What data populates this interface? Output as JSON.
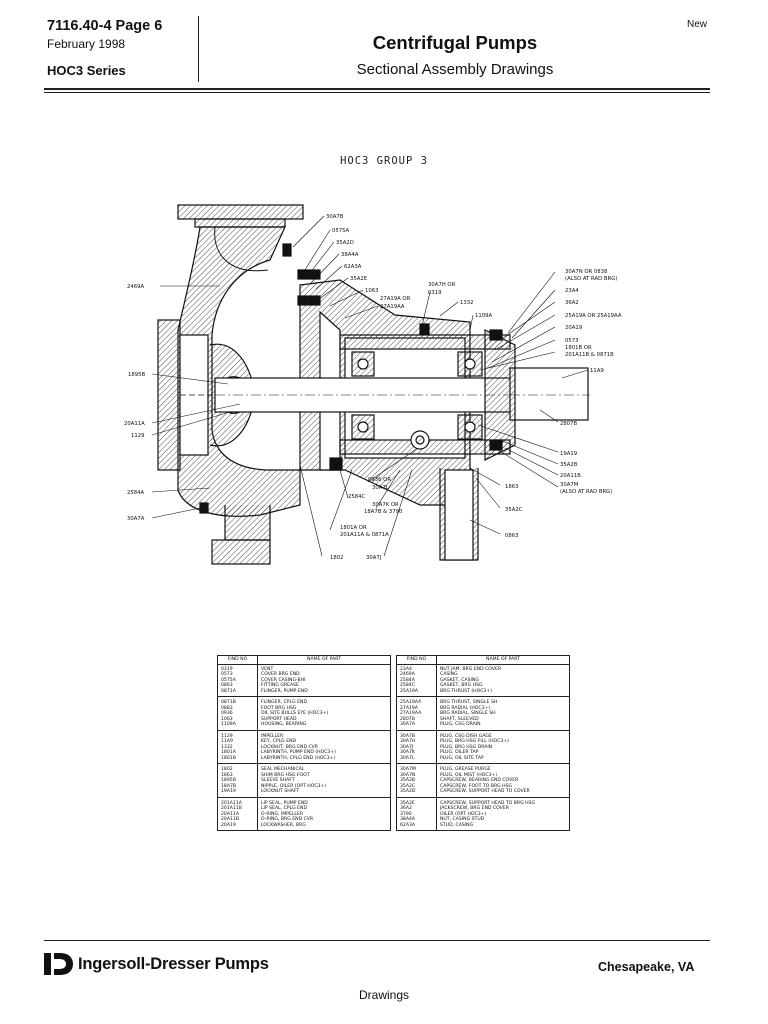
{
  "header": {
    "doc_number": "7116.40-4  Page 6",
    "date": "February 1998",
    "series": "HOC3 Series",
    "new_mark": "New",
    "title": "Centrifugal Pumps",
    "subtitle": "Sectional Assembly Drawings"
  },
  "drawing": {
    "title": "HOC3 GROUP 3",
    "callouts": {
      "c30A7B": "30A7B",
      "c0575A": "0575A",
      "c35A2D": "35A2D",
      "c38A4A": "38A4A",
      "c62A3A": "62A3A",
      "c35A2E": "35A2E",
      "c1063": "1063",
      "c27A19A_1": "27A19A OR",
      "c27A19A_2": "27A19AA",
      "c30A7H_1": "30A7H OR",
      "c30A7H_2": "0319",
      "c1332": "1332",
      "c1109A": "1109A",
      "c2469A": "2469A",
      "c1895B": "1895B",
      "c20A11A": "20A11A",
      "c1129": "1129",
      "c2584A": "2584A",
      "c30A7A": "30A7A",
      "c30A7N_1": "30A7N OR 0838",
      "c30A7N_2": "(ALSO AT RAD BRG)",
      "c23A4": "23A4",
      "c36A2": "36A2",
      "c25A19A": "25A19A OR 25A19AA",
      "c20A19": "20A19",
      "c0573": "0573",
      "c1801B_1": "1801B OR",
      "c1801B_2": "201A11B & 0871B",
      "c11A9": "11A9",
      "c2807B": "2807B",
      "c19A19": "19A19",
      "c35A2B": "35A2B",
      "c20A11B": "20A11B",
      "c30A7M_1": "30A7M",
      "c30A7M_2": "(ALSO AT RAD BRG)",
      "c0936_1": "0936 OR",
      "c0936_2": "30A7L",
      "c2584C": "2584C",
      "c30A7K_1": "30A7K OR",
      "c30A7K_2": "18A7B & 3790",
      "c1863": "1863",
      "c35A2C": "35A2C",
      "c0863": "0863",
      "c1801A_1": "1801A OR",
      "c1801A_2": "201A11A & 0871A",
      "c1802": "1802",
      "c30A7J": "30A7J"
    }
  },
  "parts_tables": {
    "col_find": "FIND NO",
    "col_name": "NAME OF PART",
    "left": [
      [
        [
          "0319",
          "VENT"
        ],
        [
          "0573",
          "COVER BRG END"
        ],
        [
          "0575A",
          "COVER CASING-BHI"
        ],
        [
          "0863",
          "FITTING GREASE"
        ],
        [
          "0871A",
          "FLINGER, PUMP END"
        ]
      ],
      [
        [
          "0871B",
          "FLINGER, CPLG END"
        ],
        [
          "0883",
          "FOOT BRG HSG"
        ],
        [
          "0936",
          "OIL SITE BULLS EYE (HOC3+)"
        ],
        [
          "1063",
          "SUPPORT HEAD"
        ],
        [
          "1109A",
          "HOUSING, BEARING"
        ]
      ],
      [
        [
          "1129",
          "IMPELLER"
        ],
        [
          "11A9",
          "KEY, CPLG END"
        ],
        [
          "1332",
          "LOCKNUT, BRG END CVR"
        ],
        [
          "1801A",
          "LABYRINTH, PUMP END (HOC3+)"
        ],
        [
          "1801B",
          "LABYRINTH, CPLG END (HOC3+)"
        ]
      ],
      [
        [
          "1802",
          "SEAL MECHANICAL"
        ],
        [
          "1863",
          "SHIM BRG HSG FOOT"
        ],
        [
          "1895B",
          "SLEEVE SHAFT"
        ],
        [
          "18A7B",
          "NIPPLE, OILER (OPT HOC3+)"
        ],
        [
          "19A19",
          "LOCKNUT SHAFT"
        ]
      ],
      [
        [
          "201A11A",
          "LIP SEAL, PUMP END"
        ],
        [
          "201A11B",
          "LIP SEAL, CPLG END"
        ],
        [
          "20A11A",
          "O-RING, IMPELLER"
        ],
        [
          "20A11B",
          "O-RING, BRG END CVR"
        ],
        [
          "20A19",
          "LOCKWASHER, BRG"
        ]
      ]
    ],
    "right": [
      [
        [
          "23A4",
          "NUT JAM, BRG END COVER"
        ],
        [
          "2469A",
          "CASING"
        ],
        [
          "2584A",
          "GASKET, CASING"
        ],
        [
          "2584C",
          "GASKET, BRG HSG"
        ],
        [
          "25A19A",
          "BRG THRUST (HOC3+)"
        ]
      ],
      [
        [
          "25A19AA",
          "BRG THRUST, SINGLE SH"
        ],
        [
          "27A19A",
          "BRG RADIAL (HOC3+)"
        ],
        [
          "27A19AA",
          "BRG RADIAL, SINGLE SH"
        ],
        [
          "2807B",
          "SHAFT, SLEEVED"
        ],
        [
          "30A7A",
          "PLUG, CSG DRAIN"
        ]
      ],
      [
        [
          "30A7B",
          "PLUG, CSG DISH GAGE"
        ],
        [
          "30A7H",
          "PLUG, BRG HSG FILL (HOC3+)"
        ],
        [
          "30A7J",
          "PLUG, BRG HSG DRAIN"
        ],
        [
          "30A7K",
          "PLUG, OILER TAP"
        ],
        [
          "30A7L",
          "PLUG, OIL SITE TAP"
        ]
      ],
      [
        [
          "30A7M",
          "PLUG, GREASE PURGE"
        ],
        [
          "30A7N",
          "PLUG, OIL MIST (HOC3+)"
        ],
        [
          "35A2B",
          "CAPSCREW, BEARING END COVER"
        ],
        [
          "35A2C",
          "CAPSCREW, FOOT TO BRG HSG"
        ],
        [
          "35A2D",
          "CAPSCREW, SUPPORT HEAD TO COVER"
        ]
      ],
      [
        [
          "35A2E",
          "CAPSCREW, SUPPORT HEAD TO BRG HSG"
        ],
        [
          "36A2",
          "JACKSCREW, BRG END COVER"
        ],
        [
          "3790",
          "OILER (OPT HOC3+)"
        ],
        [
          "38A4A",
          "NUT, CASING STUD"
        ],
        [
          "62A3A",
          "STUD, CASING"
        ]
      ]
    ]
  },
  "footer": {
    "brand": "Ingersoll-Dresser Pumps",
    "location": "Chesapeake, VA",
    "section": "Drawings"
  }
}
